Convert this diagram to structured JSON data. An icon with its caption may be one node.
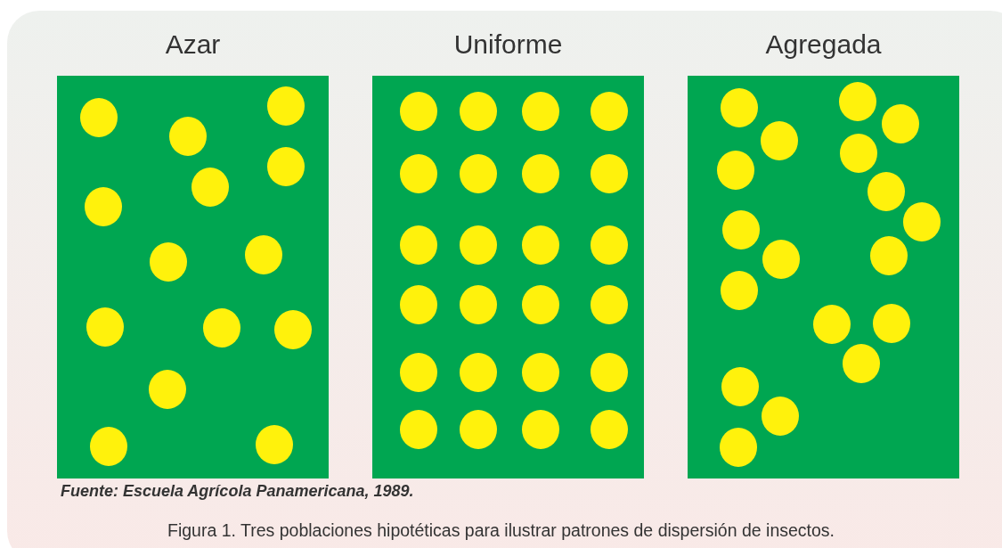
{
  "diagram": {
    "caption": "Figura 1. Tres poblaciones hipotéticas para ilustrar patrones de dispersión de insectos.",
    "nodes": [
      {
        "text": [
          "Azar"
        ]
      },
      {
        "text": [
          "Uniforme"
        ]
      },
      {
        "text": [
          "Agregada"
        ]
      }
    ],
    "labels": [
      "Fuente: Escuela Agrícola Panamericana, 1989."
    ]
  }
}
